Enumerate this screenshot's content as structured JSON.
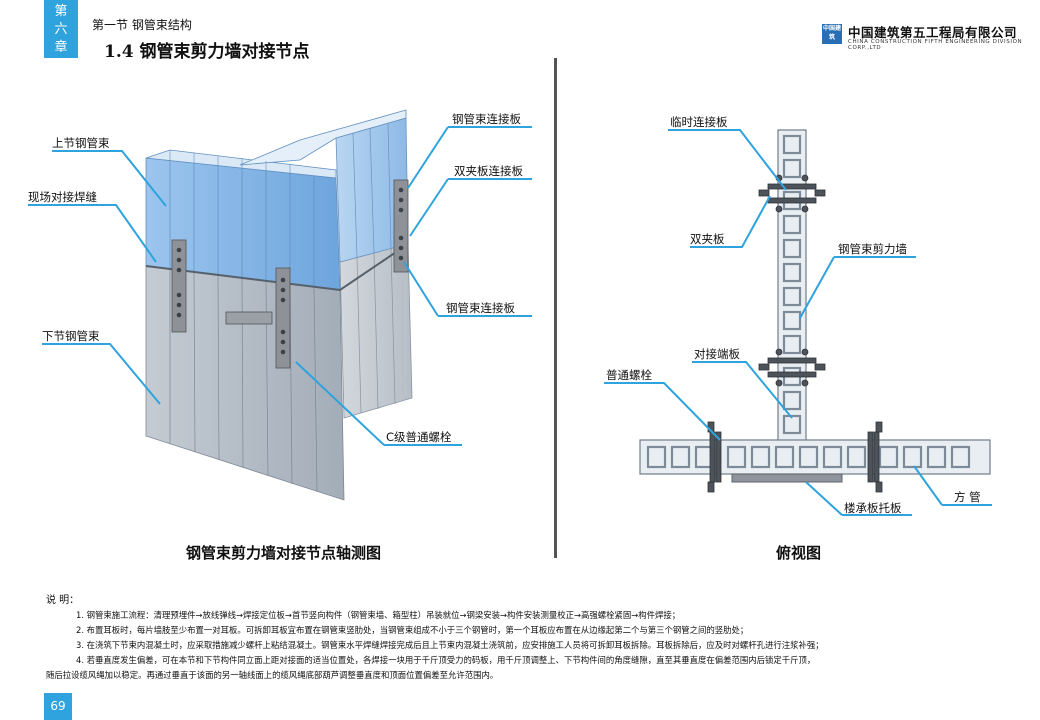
{
  "header": {
    "chapter_tab": [
      "第",
      "六",
      "章"
    ],
    "section": "第一节  钢管束结构",
    "title": "1.4  钢管束剪力墙对接节点",
    "company_cn": "中国建筑第五工程局有限公司",
    "company_en": "CHINA CONSTRUCTION FIFTH ENGINEERING DIVISION CORP.,LTD",
    "logo_text": "中国建筑"
  },
  "left_figure": {
    "labels": {
      "upper_tube": "上节钢管束",
      "field_weld": "现场对接焊缝",
      "lower_tube": "下节钢管束",
      "connect_plate_top": "钢管束连接板",
      "double_clamp_plate": "双夹板连接板",
      "connect_plate_bottom": "钢管束连接板",
      "c_bolt": "C级普通螺栓"
    },
    "caption": "钢管束剪力墙对接节点轴测图"
  },
  "right_figure": {
    "labels": {
      "temp_plate": "临时连接板",
      "double_clamp": "双夹板",
      "shear_wall": "钢管束剪力墙",
      "end_plate": "对接端板",
      "common_bolt": "普通螺栓",
      "square_tube": "方  管",
      "deck_bracket": "楼承板托板"
    },
    "caption": "俯视图"
  },
  "notes": {
    "heading": "说  明：",
    "items": [
      "1. 钢管束施工流程：清理预埋件→放线弹线→焊接定位板→首节竖向构件（钢管束墙、箱型柱）吊装就位→钢梁安装→构件安装测量校正→高强螺栓紧固→构件焊接；",
      "2. 布置耳板时，每片墙肢至少布置一对耳板。可拆卸耳板宜布置在钢管束竖肋处，当钢管束组成不小于三个钢管时，第一个耳板应布置在从边缘起第二个与第三个钢管之间的竖肋处；",
      "3. 在浇筑下节束内混凝土时，应采取措施减少螺杆上粘结混凝土。钢管束水平焊缝焊接完成后且上节束内混凝土浇筑前，应安排施工人员将可拆卸耳板拆除。耳板拆除后，应及时对螺杆孔进行注浆补强；",
      "4. 若垂直度发生偏差，可在本节和下节构件同立面上距对接面的适当位置处，各焊接一块用于千斤顶受力的码板，用千斤顶调整上、下节构件间的角度缝隙，直至其垂直度在偏差范围内后锁定千斤顶，"
    ],
    "continuation": "随后拉设缆风绳加以稳定。再通过垂直于该面的另一轴线面上的缆风绳底部葫芦调整垂直度和顶面位置偏差至允许范围内。"
  },
  "page_number": "69"
}
